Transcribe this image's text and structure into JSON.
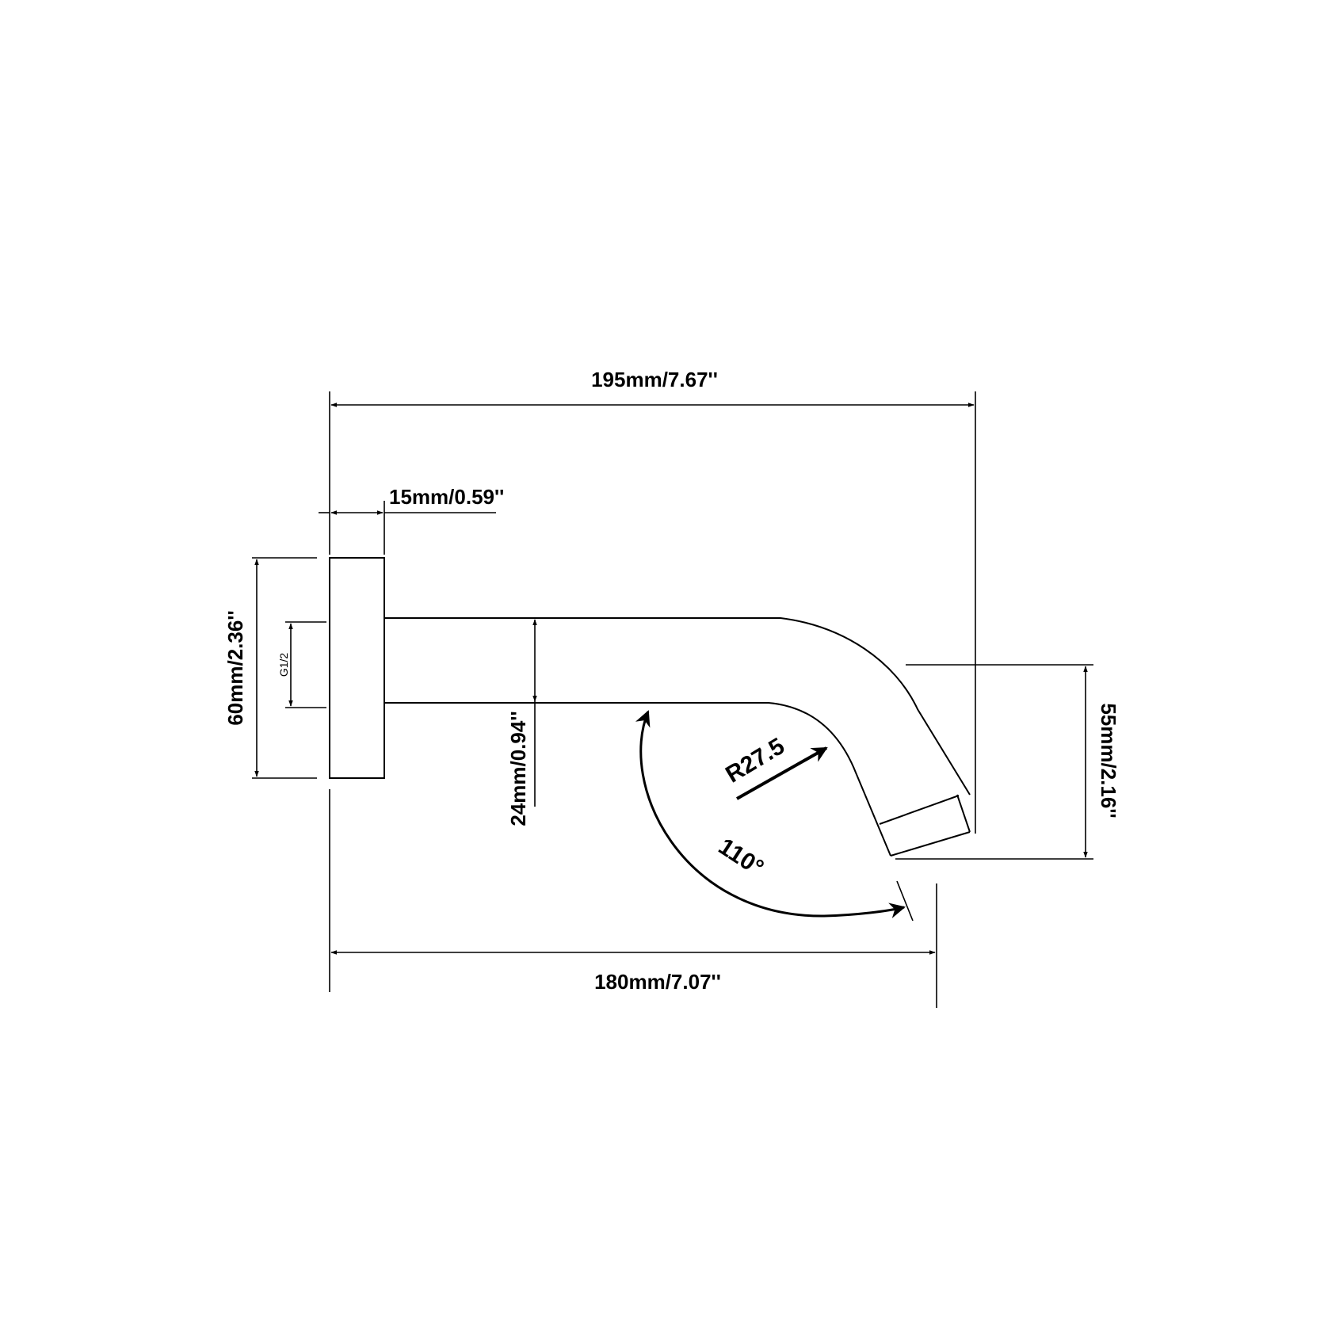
{
  "dimensions": {
    "overall_length": "195mm/7.67''",
    "flange_thickness": "15mm/0.59''",
    "flange_height": "60mm/2.36''",
    "thread": "G1/2",
    "pipe_diameter": "24mm/0.94''",
    "outlet_drop": "55mm/2.16''",
    "bend_radius": "R27.5",
    "bend_angle": "110°",
    "projection_length": "180mm/7.07''"
  },
  "colors": {
    "line": "#000000",
    "background": "#ffffff"
  }
}
